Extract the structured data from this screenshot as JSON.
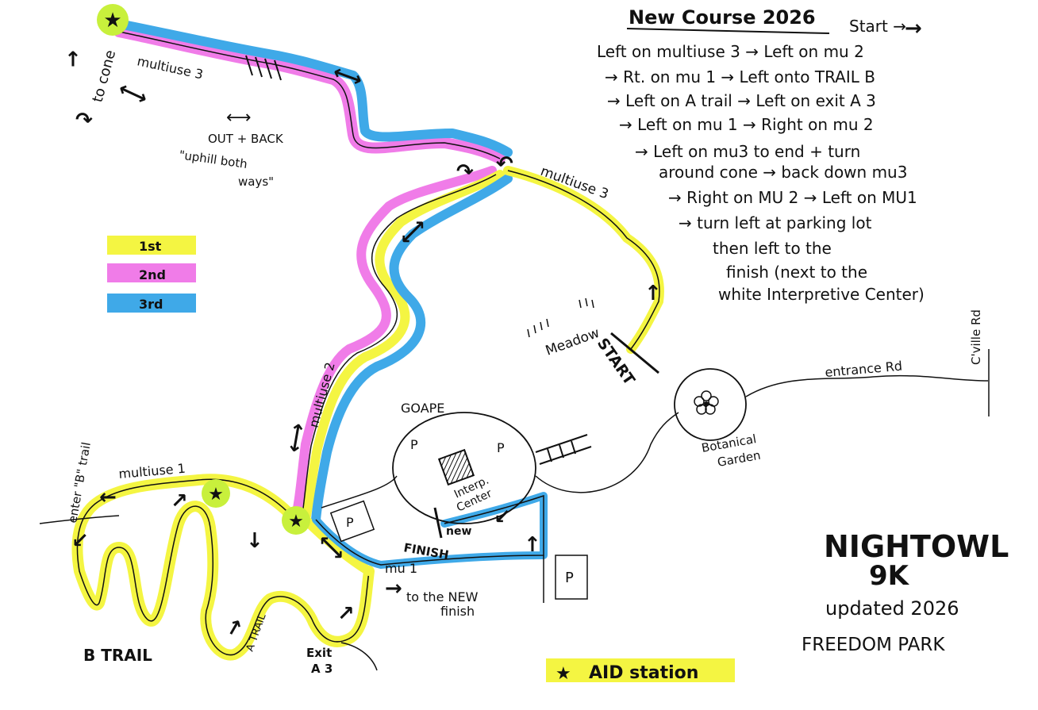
{
  "title": "New Course 2026",
  "directions": [
    "Start →",
    "Left on multiuse 3 → Left on mu 2",
    "→ Rt. on mu 1 → Left onto TRAIL B",
    "→ Left on A trail → Left on exit A 3",
    "→ Left on mu 1 → Right on mu 2",
    "→ Left on mu3 to end + turn",
    "around cone → back down mu3",
    "→ Right on MU 2 → Left on MU1",
    "→ turn left at parking lot",
    "then left to the",
    "finish (next to the",
    "white Interpretive Center)"
  ],
  "legend": [
    {
      "label": "1st",
      "color": "#f4f542"
    },
    {
      "label": "2nd",
      "color": "#f07ce8"
    },
    {
      "label": "3rd",
      "color": "#3fa9e8"
    }
  ],
  "labels": {
    "to_cone": "to cone",
    "multiuse3_top": "multiuse 3",
    "out_back_1": "OUT + BACK",
    "out_back_2": "\"uphill both",
    "out_back_3": "ways\"",
    "multiuse3_right": "multiuse 3",
    "meadow": "Meadow",
    "start": "START",
    "multiuse2": "multiuse 2",
    "goape": "GOAPE",
    "parking": "P",
    "interp_center_1": "Interp.",
    "interp_center_2": "Center",
    "botanical_1": "Botanical",
    "botanical_2": "Garden",
    "entrance_rd": "entrance Rd",
    "cville_rd": "C'ville Rd",
    "enter_b_trail": "enter \"B\" trail",
    "multiuse1": "multiuse 1",
    "new_finish_1": "new",
    "new_finish_2": "FINISH",
    "mu1": "mu 1",
    "to_new_finish_1": "to the NEW",
    "to_new_finish_2": "finish",
    "b_trail": "B TRAIL",
    "a_trail": "A TRAIL",
    "exit_a3_1": "Exit",
    "exit_a3_2": "A 3",
    "aid_station": "AID station"
  },
  "branding": {
    "line1": "NIGHTOWL",
    "line2": "9K",
    "line3": "updated 2026",
    "line4": "FREEDOM PARK"
  },
  "colors": {
    "yellow": "#f4f542",
    "pink": "#f07ce8",
    "blue": "#3fa9e8",
    "aid": "#c8f03c",
    "ink": "#111111"
  }
}
